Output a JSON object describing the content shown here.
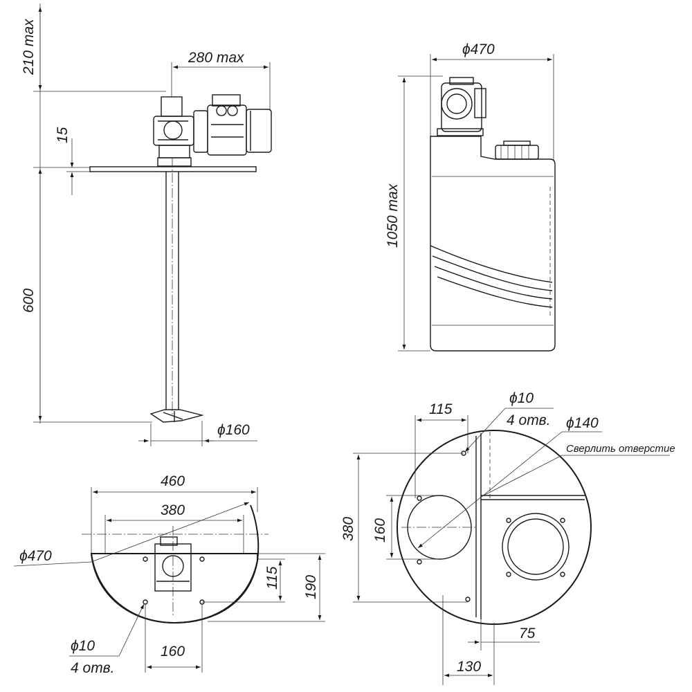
{
  "side_view": {
    "dim_210": "210 max",
    "dim_280": "280 max",
    "dim_15": "15",
    "dim_600": "600",
    "dim_160": "ϕ160"
  },
  "tank_front_view": {
    "dim_470": "ϕ470",
    "dim_1050": "1050 max"
  },
  "half_plan_view": {
    "dim_460": "460",
    "dim_380": "380",
    "dim_470": "ϕ470",
    "dim_115": "115",
    "dim_190": "190",
    "hole_dia": "ϕ10",
    "hole_count": "4 отв.",
    "dim_160": "160"
  },
  "tank_top_view": {
    "dim_115": "115",
    "hole_dia": "ϕ10",
    "hole_count": "4 отв.",
    "dim_140": "ϕ140",
    "note_drill": "Сверлить отверстие",
    "dim_380": "380",
    "dim_160": "160",
    "dim_75": "75",
    "dim_130": "130"
  }
}
